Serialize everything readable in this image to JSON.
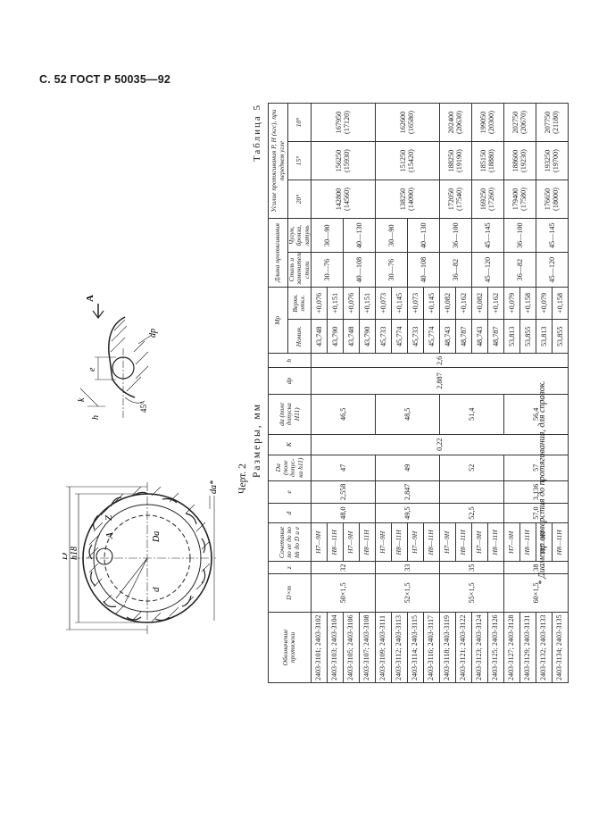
{
  "page_header": "С. 52 ГОСТ Р 50035—92",
  "figure": {
    "caption": "Черт. 2",
    "labels": {
      "D": "D",
      "h18": "h18",
      "A": "A",
      "Z": "Z",
      "Da": "Da",
      "d": "d",
      "da": "da*",
      "detail_A": "А",
      "e": "e",
      "k": "k",
      "h": "h",
      "dp": "dp",
      "angle": "45°"
    }
  },
  "sizes_caption": "Размеры, мм",
  "table_label": "Таблица 5",
  "footnote": "* Диаметр отверстия до протягивания, для справок.",
  "table": {
    "headers": {
      "name": "Обозначение протяжки",
      "Dxm": "D×m",
      "z": "z",
      "fit": "Сочетание по ее до по hh до D и e",
      "d": "d",
      "e": "e",
      "Da": "Da (поле допус- ка h11)",
      "K": "K",
      "da": "da (поле допуска H11)",
      "dp": "dp",
      "h": "h",
      "Mp": "Mр",
      "nom": "Номин.",
      "dev": "Верхн. откл.",
      "length": "Длина протягивания",
      "len_steel": "Сталь и заменители стали",
      "len_cast": "Чугун, бронза, латунь",
      "force": "Усилие протягивания P, Н (кгс), при переднем угле",
      "f20": "20°",
      "f15": "15°",
      "f10": "10°"
    },
    "rows": [
      {
        "name": "2403-3101; 2403-3102",
        "fit": "H7—9H",
        "nom": "43,748",
        "dev": "+0,076"
      },
      {
        "name": "2403-3103; 2403-3104",
        "fit": "H8—11H",
        "nom": "43,790",
        "dev": "+0,151"
      },
      {
        "name": "2403-3105; 2403-3106",
        "fit": "H7—9H",
        "nom": "43,748",
        "dev": "+0,076"
      },
      {
        "name": "2403-3107; 2403-3108",
        "fit": "H8—11H",
        "nom": "43,790",
        "dev": "+0,151"
      },
      {
        "name": "2403-3109; 2403-3111",
        "fit": "H7—9H",
        "nom": "45,733",
        "dev": "+0,073"
      },
      {
        "name": "2403-3112; 2403-3113",
        "fit": "H8—11H",
        "nom": "45,774",
        "dev": "+0,145"
      },
      {
        "name": "2403-3114; 2403-3115",
        "fit": "H7—9H",
        "nom": "45,733",
        "dev": "+0,073"
      },
      {
        "name": "2403-3116; 2403-3117",
        "fit": "H8—11H",
        "nom": "45,774",
        "dev": "+0,145"
      },
      {
        "name": "2403-3118; 2403-3119",
        "fit": "H7—9H",
        "nom": "48,743",
        "dev": "+0,082"
      },
      {
        "name": "2403-3121; 2403-3122",
        "fit": "H8—11H",
        "nom": "48,787",
        "dev": "+0,162"
      },
      {
        "name": "2403-3123; 2403-3124",
        "fit": "H7—9H",
        "nom": "48,743",
        "dev": "+0,082"
      },
      {
        "name": "2403-3125; 2403-3126",
        "fit": "H8—11H",
        "nom": "48,787",
        "dev": "+0,162"
      },
      {
        "name": "2403-3127; 2403-3128",
        "fit": "H7—9H",
        "nom": "53,813",
        "dev": "+0,079"
      },
      {
        "name": "2403-3129; 2403-3131",
        "fit": "H8—11H",
        "nom": "53,855",
        "dev": "+0,158"
      },
      {
        "name": "2403-3132; 2403-3133",
        "fit": "H7—9H",
        "nom": "53,813",
        "dev": "+0,079"
      },
      {
        "name": "2403-3134; 2403-3135",
        "fit": "H8—11H",
        "nom": "53,855",
        "dev": "+0,158"
      }
    ],
    "groups": [
      {
        "Dxm": "50×1,5",
        "z": "32",
        "d": "48,0",
        "e": "2,558",
        "Da": "47",
        "da": "46,5",
        "len_a": [
          "30—76",
          "40—108"
        ],
        "len_b": [
          "30—90",
          "40—130"
        ],
        "f20": "142800 (14560)",
        "f15": "156250 (15930)",
        "f10": "167950 (17120)"
      },
      {
        "Dxm": "52×1,5",
        "z": "33",
        "d": "49,5",
        "e": "2,847",
        "Da": "49",
        "da": "48,5",
        "len_a": [
          "30—76",
          "40—108"
        ],
        "len_b": [
          "30—90",
          "40—130"
        ],
        "f20": "138250 (14090)",
        "f15": "151250 (15420)",
        "f10": "162600 (16580)"
      },
      {
        "Dxm": "55×1,5",
        "z": "35",
        "d": "52,5",
        "e": "",
        "Da": "52",
        "da": "51,4",
        "len_a": [
          "36—82",
          "45—120"
        ],
        "len_b": [
          "36—100",
          "45—145"
        ],
        "f20a": "172050 (17540)",
        "f15a": "188250 (19190)",
        "f10a": "202400 (20630)",
        "f20b": "169250 (17260)",
        "f15b": "185150 (18880)",
        "f10b": "199050 (20300)"
      },
      {
        "Dxm": "60×1,5",
        "z": "38",
        "d": "57,0",
        "e": "3,136",
        "Da": "57",
        "da": "56,4",
        "len_a": [
          "36—82",
          "45—120"
        ],
        "len_b": [
          "36—100",
          "45—145"
        ],
        "f20a": "179400 (17580)",
        "f15a": "188600 (19230)",
        "f10a": "202750 (20670)",
        "f20b": "176650 (18000)",
        "f15b": "193250 (19700)",
        "f10b": "207750 (21180)"
      }
    ],
    "shared": {
      "K": "0,22",
      "dp": "2,887",
      "h": "2,6"
    }
  }
}
